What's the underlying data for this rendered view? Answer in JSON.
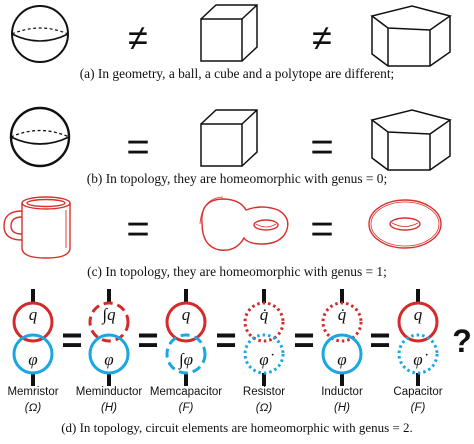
{
  "captions": {
    "a": "(a) In geometry, a ball, a cube and a polytope are different;",
    "b": "(b) In topology, they are homeomorphic with genus = 0;",
    "c": "(c) In topology, they are homeomorphic with genus = 1;",
    "d": "(d) In topology, circuit elements are  homeomorphic with genus = 2."
  },
  "relations": {
    "a": [
      "≠",
      "≠"
    ],
    "b": [
      "=",
      "="
    ],
    "c": [
      "=",
      "="
    ],
    "d": [
      "=",
      "=",
      "=",
      "=",
      "=",
      "?"
    ]
  },
  "elements": [
    {
      "name": "Memristor",
      "unit": "(Ω)",
      "top": "q",
      "bottom": "φ"
    },
    {
      "name": "Meminductor",
      "unit": "(H)",
      "top": "∫q",
      "bottom": "φ"
    },
    {
      "name": "Memcapacitor",
      "unit": "(F)",
      "top": "q",
      "bottom": "∫φ"
    },
    {
      "name": "Resistor",
      "unit": "(Ω)",
      "top": "q̇",
      "bottom": "φ̇"
    },
    {
      "name": "Inductor",
      "unit": "(H)",
      "top": "q̇",
      "bottom": "φ"
    },
    {
      "name": "Capacitor",
      "unit": "(F)",
      "top": "q",
      "bottom": "φ̇"
    }
  ],
  "colors": {
    "ink": "#111111",
    "red": "#d42a2a",
    "blue": "#1aa6e0",
    "mug": "#d9302c"
  }
}
